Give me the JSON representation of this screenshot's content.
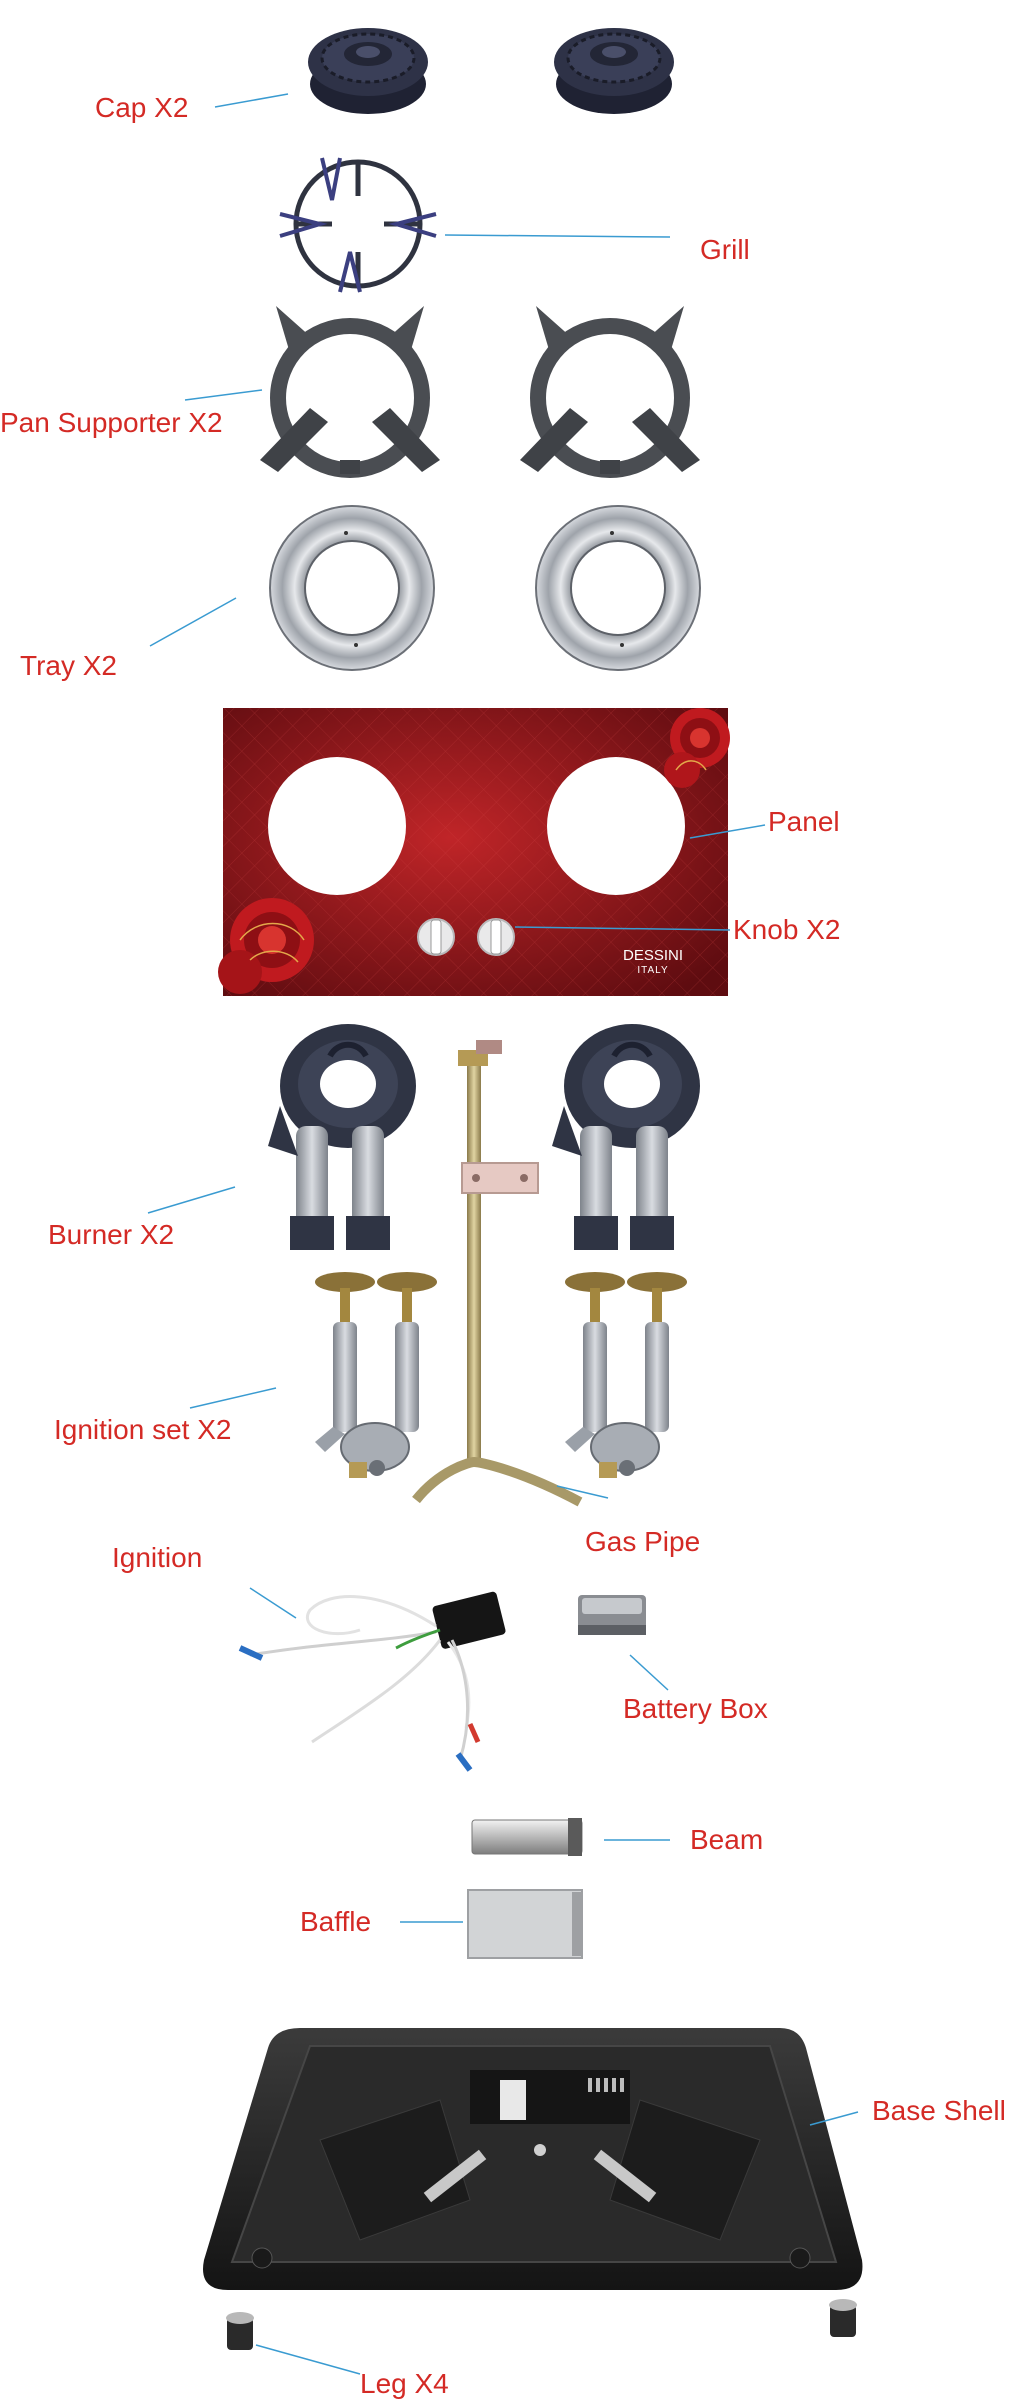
{
  "colors": {
    "label": "#d42a25",
    "leader": "#3a9bd1",
    "panel_red": "#9b1b1e",
    "cast_iron": "#2c2f3a",
    "steel": "#b9bcc2",
    "brass": "#b59a55",
    "base_shell": "#232323"
  },
  "labels": {
    "cap": "Cap  X2",
    "grill": "Grill",
    "pan_supporter": "Pan Supporter  X2",
    "tray": "Tray  X2",
    "panel": "Panel",
    "knob": "Knob X2",
    "burner": "Burner X2",
    "ignition_set": "Ignition set X2",
    "gas_pipe": "Gas Pipe",
    "ignition": "Ignition",
    "battery_box": "Battery Box",
    "beam": "Beam",
    "baffle": "Baffle",
    "base_shell": "Base Shell",
    "leg": "Leg X4"
  },
  "brand": {
    "name": "DESSINI",
    "country": "ITALY"
  },
  "icons": {
    "cap": "burner-cap-icon",
    "grill": "wire-grill-icon",
    "pan_supporter": "pan-support-icon",
    "tray": "drip-tray-icon",
    "panel": "glass-panel-icon",
    "knob": "control-knob-icon",
    "burner": "burner-body-icon",
    "ignition_set": "valve-icon",
    "gas_pipe": "gas-pipe-icon",
    "ignition": "igniter-icon",
    "battery_box": "battery-box-icon",
    "beam": "beam-icon",
    "baffle": "baffle-icon",
    "base_shell": "base-shell-icon",
    "leg": "foot-icon"
  }
}
